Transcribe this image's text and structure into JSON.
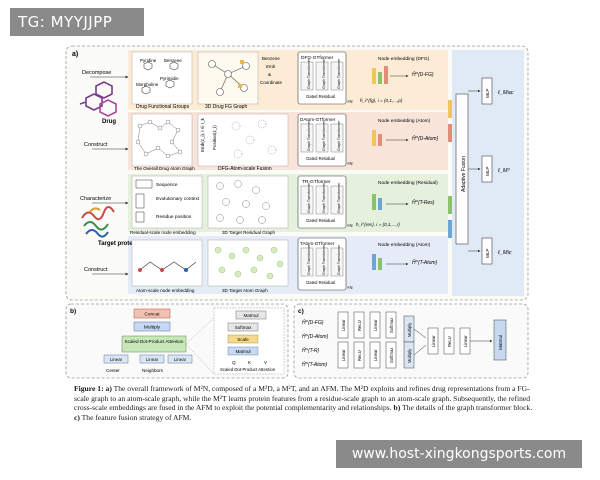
{
  "watermark_top": "TG: MYYJJPP",
  "watermark_bottom": "www.host-xingkongsports.com",
  "panel_a": {
    "label": "a)",
    "drug_label": "Drug",
    "target_label": "Target protein",
    "decompose": "Decompose",
    "construct": "Construct",
    "characterize": "Characterize",
    "construct2": "Construct",
    "fg_names": [
      "Pyridine",
      "Benzene",
      "Morpholine",
      "Pyrimidin"
    ],
    "drug_fg_caption": "Drug Functional Groups",
    "drug_fg_graph_caption": "3D Drug FG Graph",
    "fg_node_labels": [
      "Benzene",
      "Emb",
      "&",
      "Coordinate"
    ],
    "drug_atom_caption": "The Overall Drug Atom Graph",
    "dfg_fusion_caption": "DFG-Atom-scale Fusion",
    "emb_label": "Emb(z_i), i ∈ I_k",
    "position_label": "Position(z_i)",
    "residue_feats": [
      "Sequence",
      "Evolutionary context",
      "Residue position"
    ],
    "residue_caption": "Residual-scale node embedding",
    "target_res_caption": "3D Target Residual Graph",
    "atom_scale_caption": "Atom-scale node embedding",
    "target_atom_caption": "3D Target Atom Graph",
    "blocks": [
      {
        "title": "DFG-GTformer",
        "out_title": "Node embedding (DFG)",
        "out_var": "ĥ_i^{fg}, i = {0,1,...,p}",
        "out_sym": "Ĥ^{D-FG}"
      },
      {
        "title": "DAtom-GTformer",
        "out_title": "Node embedding (Atom)",
        "out_var": "",
        "out_sym": "Ĥ^{D-Atom}"
      },
      {
        "title": "TR-GTformer",
        "out_title": "Node embedding (Residual)",
        "out_var": "h_i^{res}, i = {0,1,...,r}",
        "out_sym": "Ĥ^{T-Res}"
      },
      {
        "title": "TAtom-GTformer",
        "out_title": "Node embedding (Atom)",
        "out_var": "",
        "out_sym": "Ĥ^{T-Atom}"
      }
    ],
    "block_inner": [
      "Graph Transformer",
      "Graph Transformer",
      "Graph Transformer"
    ],
    "gated_label": "Gated Residual",
    "nx_label": "×N",
    "fusion_label": "Adaptive Fusion",
    "mlp_label": "MLP",
    "losses": [
      "ℓ_Mac",
      "ℓ_M³",
      "ℓ_Mic"
    ]
  },
  "panel_b": {
    "label": "b)",
    "concat": "Concat",
    "multiply": "Multiply",
    "sdpa": "Scaled Dot-Product Attention",
    "linear": "Linear",
    "center": "Center",
    "neighbors": "Neighbors",
    "matmul": "Matmul",
    "softmax": "Softmax",
    "scale": "Scale",
    "matmul2": "Matmul",
    "qkv": [
      "Q",
      "K",
      "V"
    ],
    "sdpa_caption": "Scaled Dot-Product Attention"
  },
  "panel_c": {
    "label": "c)",
    "inputs": [
      "Ĥ^{D-FG}",
      "Ĥ^{D-Atom}",
      "Ĥ^{T-R}",
      "Ĥ^{T-Atom}"
    ],
    "ops": [
      "Linear",
      "ReLU",
      "Linear",
      "Softmax",
      "Multiply",
      "Linear",
      "ReLU",
      "Linear",
      "Matmul"
    ]
  },
  "caption": {
    "prefix": "Figure 1:",
    "a": "a)",
    "text1": " The overall framework of M²N, composed of a M²D, a M²T, and an AFM. The M²D exploits and refines drug representations from a FG-scale graph to an atom-scale graph, while the M²T learns protein features from a residue-scale graph to an atom-scale graph. Subsequently, the refined cross-scale embeddings are fused in the AFM to exploit the potential complementarity and relationships. ",
    "b": "b)",
    "text2": " The details of the graph transformer block. ",
    "c": "c)",
    "text3": " The feature fusion strategy of AFM."
  }
}
